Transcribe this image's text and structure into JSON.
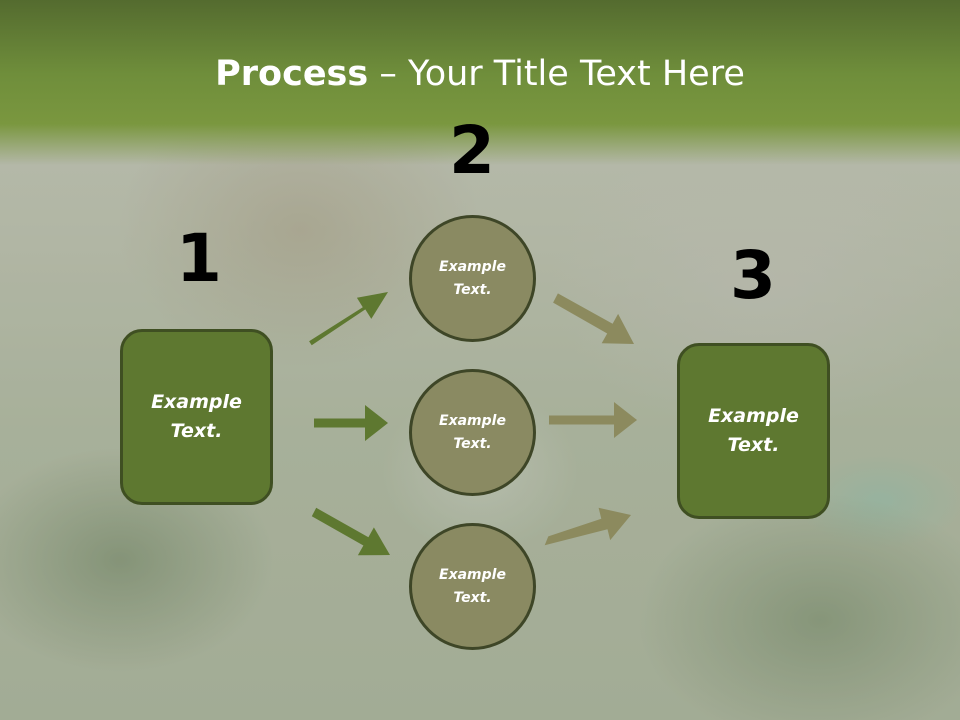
{
  "slide": {
    "title_bold": "Process",
    "title_rest": " – Your Title Text Here"
  },
  "steps": [
    {
      "number": "1"
    },
    {
      "number": "2"
    },
    {
      "number": "3"
    }
  ],
  "boxes": {
    "left": {
      "line1": "Example",
      "line2": "Text."
    },
    "right": {
      "line1": "Example",
      "line2": "Text."
    }
  },
  "circles": [
    {
      "line1": "Example",
      "line2": "Text."
    },
    {
      "line1": "Example",
      "line2": "Text."
    },
    {
      "line1": "Example",
      "line2": "Text."
    }
  ],
  "colors": {
    "header": "#6f8e3b",
    "box_fill": "#5e7830",
    "circle_fill": "#8a8a62",
    "left_arrows": "#5e7830",
    "right_arrows": "#8c8a5e"
  }
}
